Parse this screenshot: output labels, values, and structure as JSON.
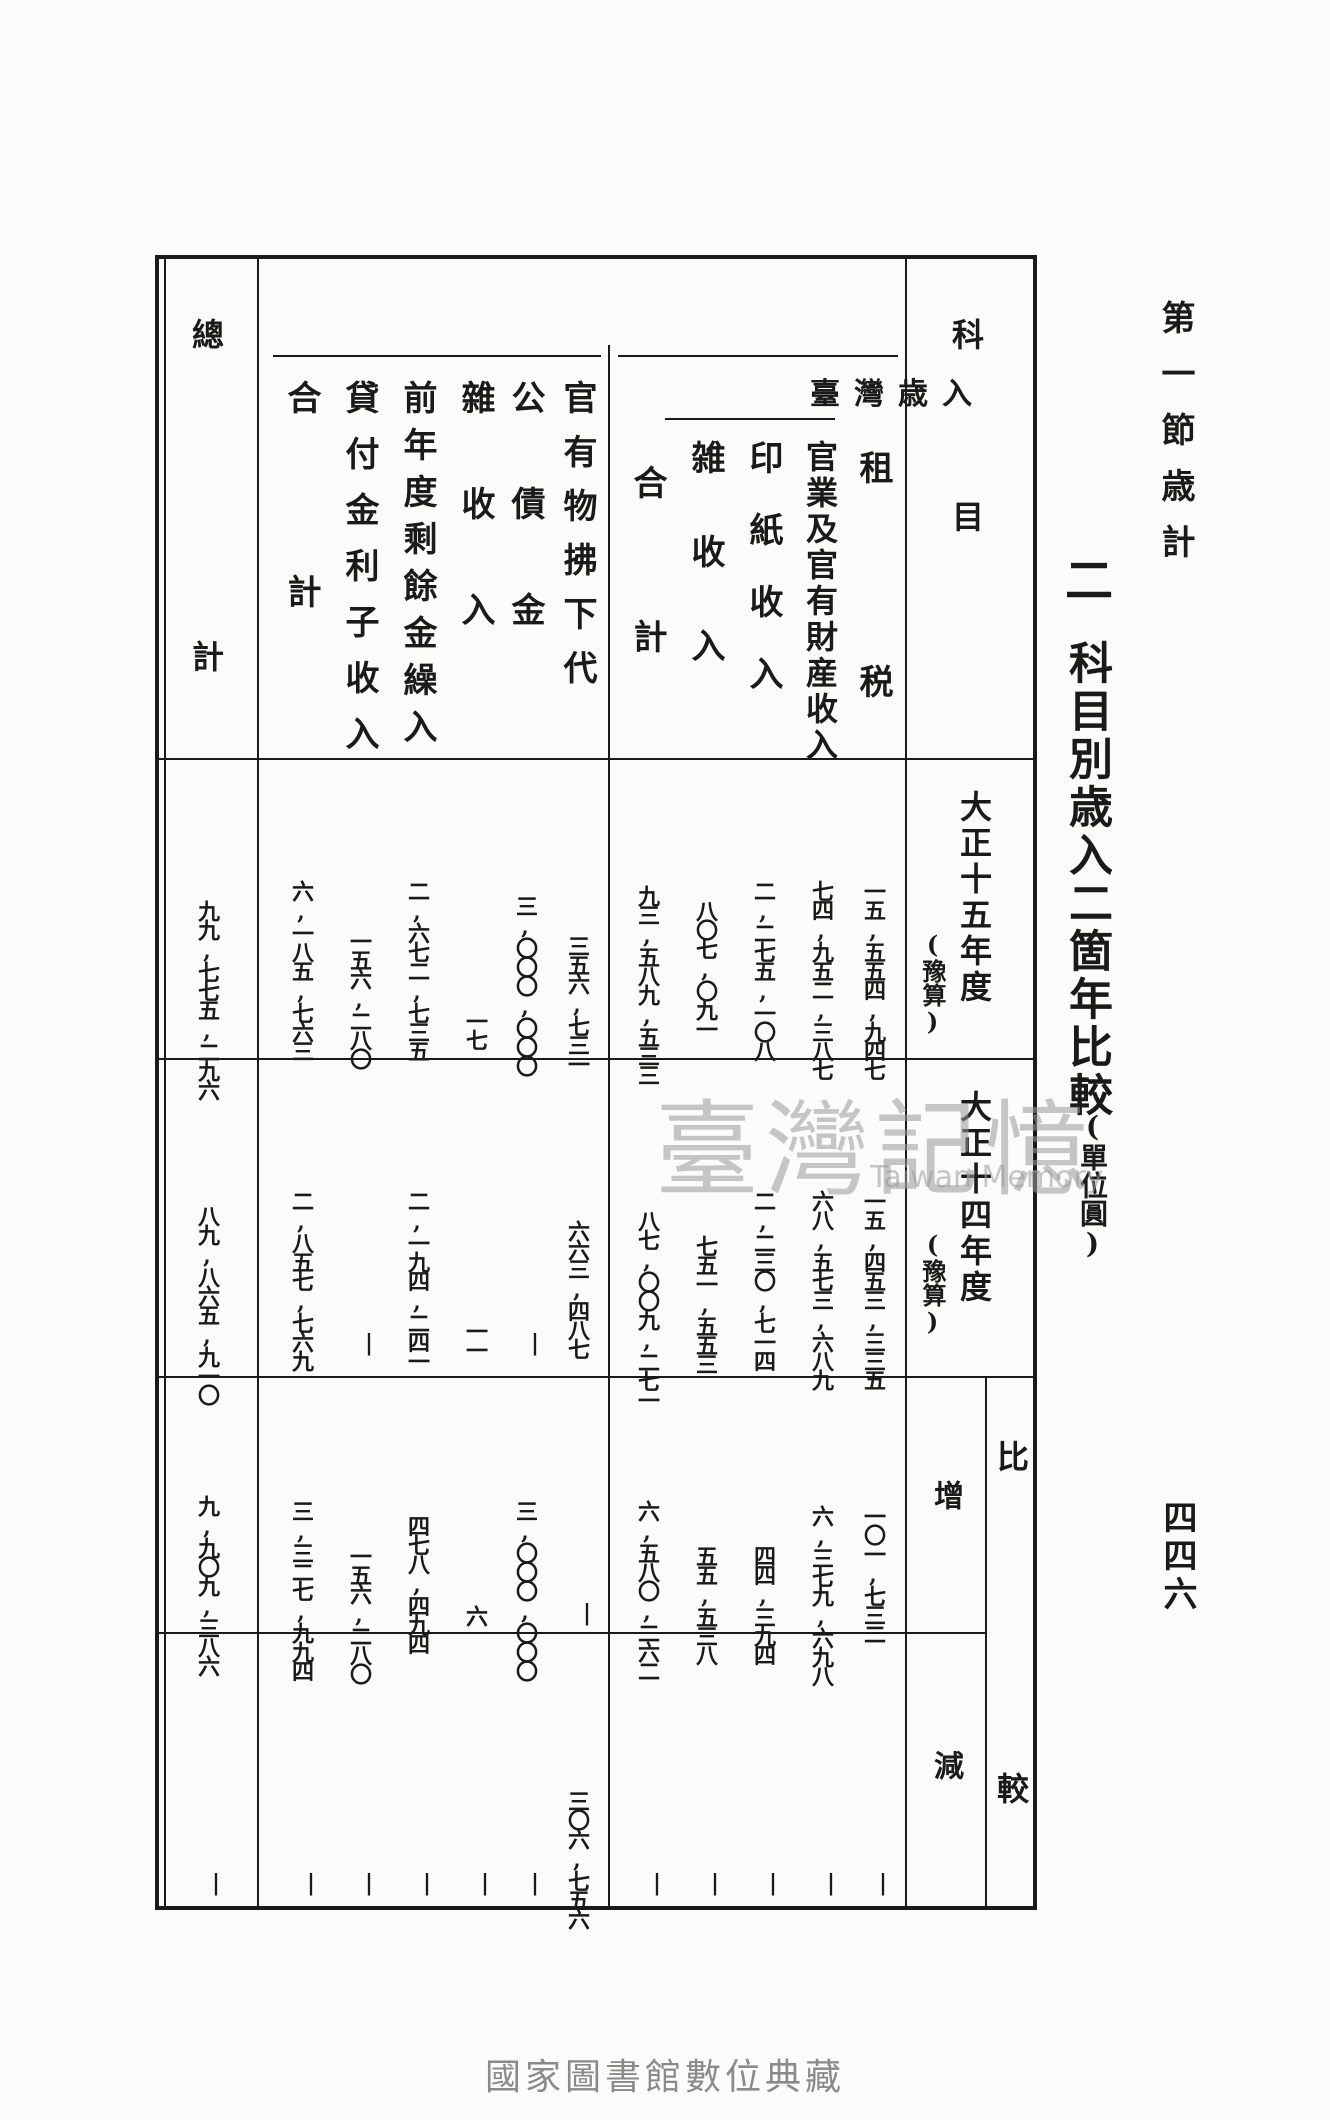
{
  "running_head": {
    "section": "第一節歳計",
    "page_number": "四四六"
  },
  "table_title": {
    "number": "二",
    "title": "科目別歳入二箇年比較",
    "unit": "(單位圓)"
  },
  "columns": {
    "subject": "科目",
    "taisho15": "大正十五年度",
    "taisho15_note": "(豫算)",
    "taisho14": "大正十四年度",
    "taisho14_note": "(豫算)",
    "comparison": "比較",
    "increase": "增",
    "decrease": "減"
  },
  "ordinary": {
    "label": "臺灣歳入",
    "rows": [
      {
        "label": "租税",
        "t15": "一五,五五四,九四七",
        "t14": "一五,四五三,三三五",
        "inc": "一〇一,七三二",
        "dec": ""
      },
      {
        "label": "官業及官有財産收入",
        "t15": "七四,九五二,三八七",
        "t14": "六八,五七三,六八九",
        "inc": "六,三七九,六九八",
        "dec": ""
      },
      {
        "label": "印紙收入",
        "t15": "二,二七五,一〇八",
        "t14": "二,二三〇,七一四",
        "inc": "四四,三九四",
        "dec": ""
      },
      {
        "label": "雑收入",
        "t15": "八〇七,〇九一",
        "t14": "七五一,五五三",
        "inc": "五五,五三八",
        "dec": ""
      },
      {
        "label": "合計",
        "t15": "九三,五八九,五三三",
        "t14": "八七,〇〇九,二七一",
        "inc": "六,五八〇,二六二",
        "dec": ""
      }
    ]
  },
  "extraordinary": {
    "rows": [
      {
        "label": "官有物拂下代",
        "t15": "三五六,七三一",
        "t14": "六六三,四八七",
        "inc": "",
        "dec": "三〇六,七五六"
      },
      {
        "label": "公債金",
        "t15": "三,〇〇〇,〇〇〇",
        "t14": "",
        "inc": "三,〇〇〇,〇〇〇",
        "dec": ""
      },
      {
        "label": "雜收入",
        "t15": "一七",
        "t14": "一一",
        "inc": "六",
        "dec": ""
      },
      {
        "label": "前年度剩餘金繰入",
        "t15": "二,六七二,七三五",
        "t14": "二,一九四,二四一",
        "inc": "四七八,四九四",
        "dec": ""
      },
      {
        "label": "貸付金利子收入",
        "t15": "一五六,二八〇",
        "t14": "",
        "inc": "一五六,二八〇",
        "dec": ""
      },
      {
        "label": "合計",
        "t15": "六,一八五,七六三",
        "t14": "二,八五七,七六九",
        "inc": "三,三二七,九九四",
        "dec": ""
      }
    ]
  },
  "grand_total": {
    "label": "總計",
    "t15": "九九,七七五,二九六",
    "t14": "八九,八六五,九一〇",
    "inc": "九,九〇九,三八六",
    "dec": ""
  },
  "dash": "|",
  "watermark": {
    "main": "臺灣記憶",
    "sub": "Taiwan Memory"
  },
  "footer": "國家圖書館數位典藏"
}
